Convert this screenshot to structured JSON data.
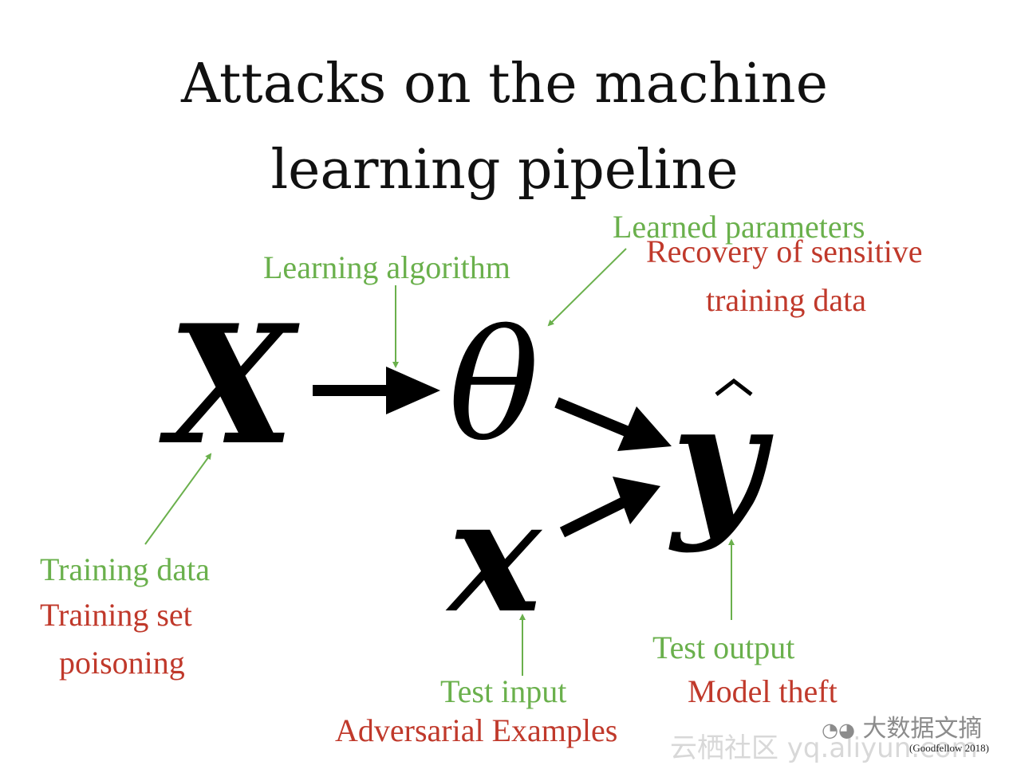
{
  "title": {
    "line1": "Attacks on the machine",
    "line2": "learning pipeline"
  },
  "symbols": {
    "training_input": "X",
    "parameters": "θ",
    "output": "ŷ",
    "test_input": "x"
  },
  "labels": {
    "learning_algorithm": "Learning algorithm",
    "learned_parameters": "Learned parameters",
    "recovery_line1": "Recovery of sensitive",
    "recovery_line2": "training data",
    "training_data": "Training data",
    "training_set_line1": "Training set",
    "training_set_line2": "poisoning",
    "test_input": "Test input",
    "adversarial_examples": "Adversarial Examples",
    "test_output": "Test output",
    "model_theft": "Model theft"
  },
  "citation": "(Goodfellow 2018)",
  "watermark": {
    "wechat": "大数据文摘",
    "site": "云栖社区 yq.aliyun.com"
  },
  "colors": {
    "green": "#6ab04c",
    "red": "#c0392b",
    "black": "#000000"
  }
}
